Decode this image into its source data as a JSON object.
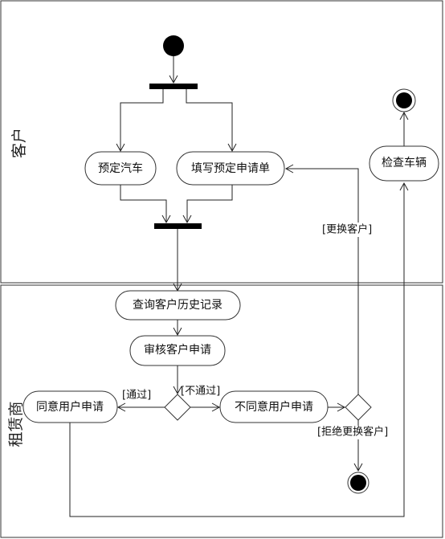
{
  "lanes": {
    "customer": "客户",
    "lessor": "租赁商"
  },
  "nodes": {
    "reserve_car": "预定汽车",
    "fill_application": "填写预定申请单",
    "inspect_vehicle": "检查车辆",
    "query_history": "查询客户历史记录",
    "review_application": "审核客户申请",
    "approve_application": "同意用户申请",
    "reject_application": "不同意用户申请"
  },
  "guards": {
    "passed": "[通过]",
    "not_passed": "[不通过]",
    "change_customer": "[更换客户]",
    "refuse_change_customer": "[拒绝更换客户]"
  }
}
